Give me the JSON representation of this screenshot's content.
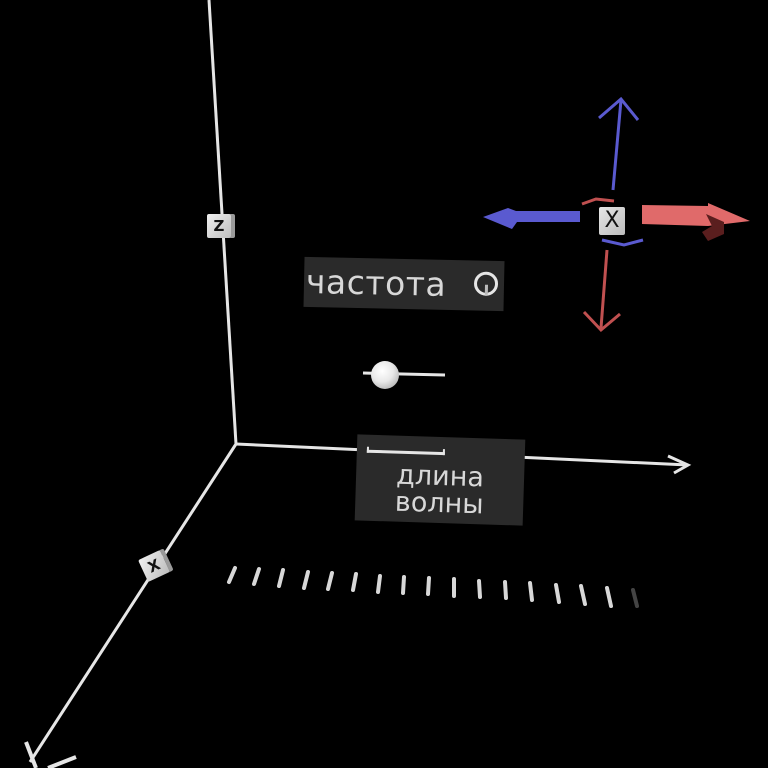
{
  "scene": {
    "background": "#000000",
    "axes": {
      "z_label": "Z",
      "x_label": "X",
      "axis_color": "#e6e6e6"
    },
    "panels": {
      "frequency": {
        "label": "частота",
        "control": "dial-knob"
      },
      "wavelength": {
        "label": "длина волны",
        "control": "slider"
      }
    },
    "gizmo": {
      "center_label": "X",
      "colors": {
        "blue": "#5a5ad0",
        "red": "#e06a6a",
        "dark_red": "#5a1e1e"
      }
    },
    "wave_markers": {
      "count": 17,
      "color": "#d8d8d8",
      "last_color": "#444444"
    },
    "probe": {
      "type": "sphere-on-rod"
    }
  }
}
